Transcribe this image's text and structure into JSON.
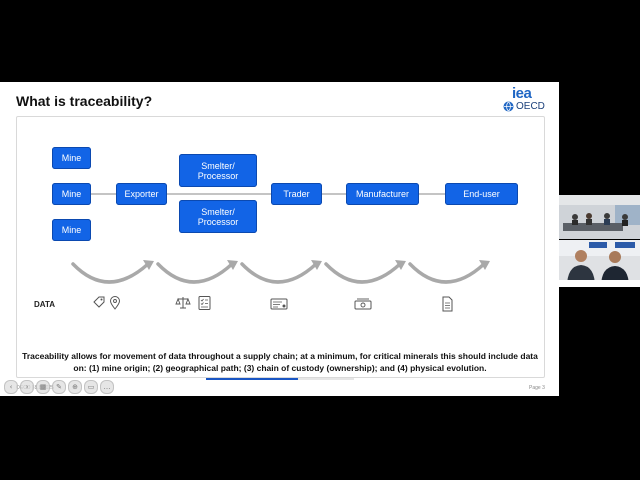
{
  "slide": {
    "title": "What is traceability?",
    "logo_iea": "iea",
    "logo_oecd": "OECD",
    "nodes": {
      "mine_top": "Mine",
      "mine_mid": "Mine",
      "mine_bot": "Mine",
      "exporter": "Exporter",
      "smelter_top": "Smelter/ Processor",
      "smelter_bot": "Smelter/ Processor",
      "trader": "Trader",
      "manufacturer": "Manufacturer",
      "end_user": "End-user"
    },
    "data_label": "DATA",
    "data_icons": [
      "tag-icon",
      "location-pin-icon",
      "scale-icon",
      "checklist-icon",
      "certificate-icon",
      "money-icon",
      "document-icon"
    ],
    "caption": "Traceability allows for movement of data throughout a supply chain; at a minimum, for critical minerals this should include data on: (1) mine origin; (2) geographical path; (3) chain of custody (ownership); and (4) physical evolution.",
    "footer_left": "OECD | 8.8.2025",
    "footer_right": "Page 3",
    "progress": 0.62
  },
  "controls": [
    "prev-icon",
    "next-icon",
    "slides-icon",
    "pen-icon",
    "zoom-icon",
    "video-icon",
    "more-icon"
  ],
  "colors": {
    "node": "#1264e6",
    "accent": "#1a56c4",
    "flow_line": "#c4c4c4"
  }
}
